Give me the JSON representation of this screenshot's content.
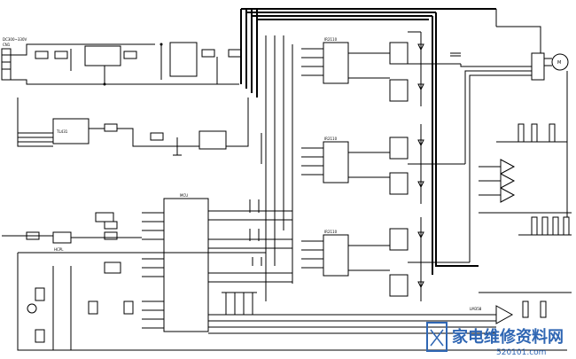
{
  "labels": {
    "input_label": "DC300~330V",
    "input_sub": "CN1",
    "opto_label": "HCPL",
    "reg_label": "TL431",
    "mcu_name": "MCU",
    "driver_1": "IR2110",
    "driver_2": "IR2110",
    "driver_3": "IR2110",
    "motor_label": "M",
    "ic_lower_left": "LM358"
  },
  "watermark": {
    "text": "家电维修资料网",
    "url": "520101.com",
    "color": "#2f66b3"
  }
}
